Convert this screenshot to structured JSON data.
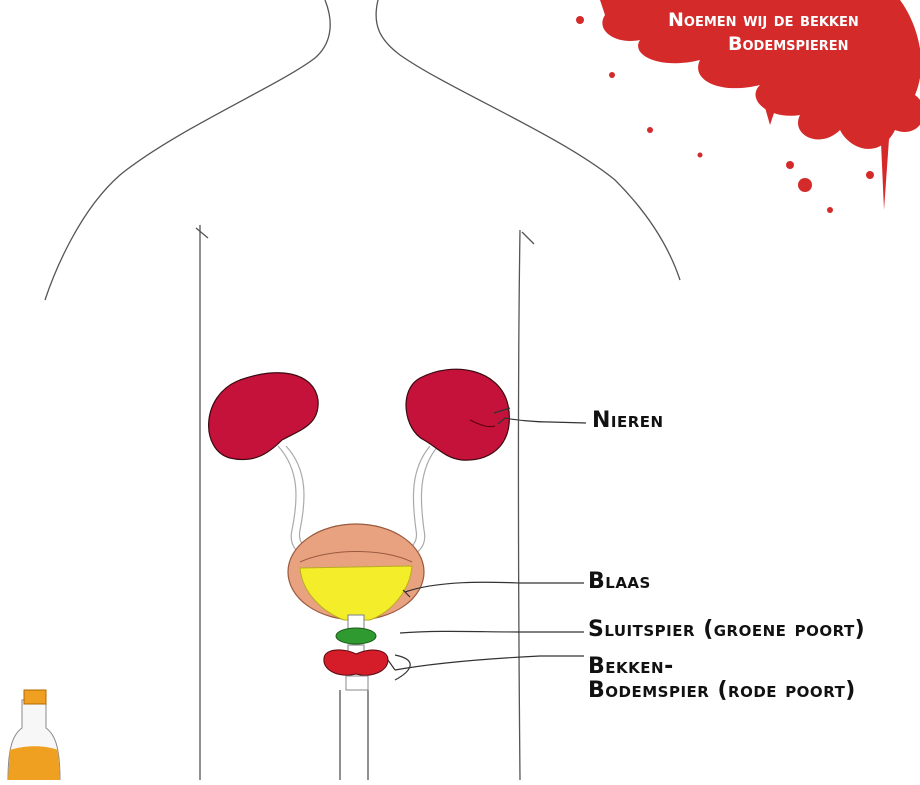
{
  "labels": {
    "nieren": "Nieren",
    "blaas": "Blaas",
    "sluitspier": "Sluitspier (groene poort)",
    "bekken_line1": "Bekken-",
    "bekken_line2": "Bodemspier (rode poort)"
  },
  "splash": {
    "line1": "Noemen wij de bekken",
    "line2": "Bodemspieren"
  },
  "colors": {
    "kidney": "#c4123a",
    "bladder_wall": "#e8a27f",
    "urine": "#f4ee2a",
    "sphincter_green": "#2f9a2f",
    "pelvic_red": "#d51d2a",
    "splash": "#d42a2a",
    "bottle": "#f0a020"
  }
}
